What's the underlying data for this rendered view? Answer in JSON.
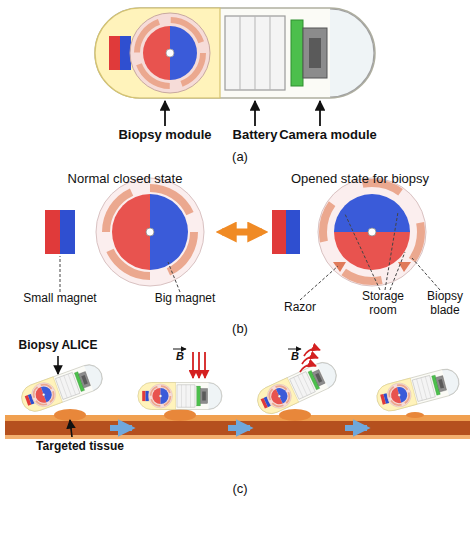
{
  "diagram": {
    "labels": [
      "Biopsy module",
      "Battery",
      "Camera module",
      "(a)",
      "Normal closed state",
      "Opened state for biopsy",
      "Small magnet",
      "Big magnet",
      "Razor",
      "Storage room",
      "Biopsy blade",
      "(b)",
      "Biopsy ALICE",
      "Targeted tissue",
      "B",
      "B",
      "(c)"
    ]
  }
}
